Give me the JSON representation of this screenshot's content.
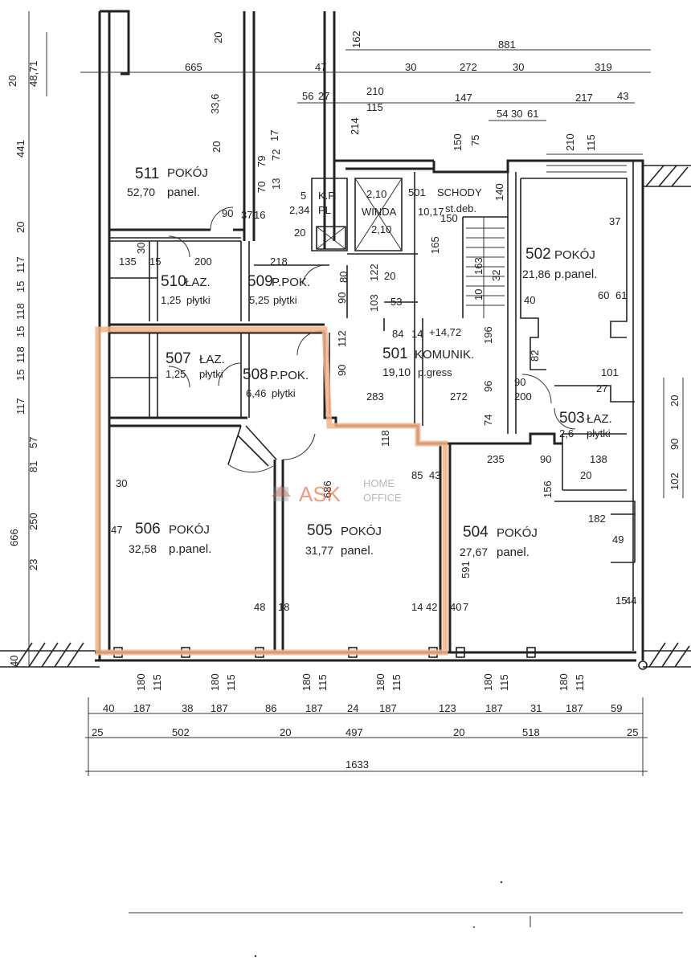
{
  "rooms": [
    {
      "number": "511",
      "name": "POKÓJ",
      "area": "52,70",
      "finish": "panel."
    },
    {
      "number": "502",
      "name": "POKÓJ",
      "area": "21,86",
      "finish": "p.panel."
    },
    {
      "number": "510",
      "name": "ŁAZ.",
      "area": "1,25",
      "finish": "płytki"
    },
    {
      "number": "509",
      "name": "P.POK.",
      "area": "5,25",
      "finish": "płytki"
    },
    {
      "number": "507",
      "name": "ŁAZ.",
      "area": "1,25",
      "finish": "płytki"
    },
    {
      "number": "508",
      "name": "P.POK.",
      "area": "6,46",
      "finish": "płytki"
    },
    {
      "number": "501",
      "name": "KOMUNIK.",
      "area": "19,10",
      "finish": "p.gress"
    },
    {
      "number": "503",
      "name": "ŁAZ.",
      "area": "2,6",
      "finish": "płytki"
    },
    {
      "number": "506",
      "name": "POKÓJ",
      "area": "32,58",
      "finish": "p.panel."
    },
    {
      "number": "505",
      "name": "POKÓJ",
      "area": "31,77",
      "finish": "panel."
    },
    {
      "number": "504",
      "name": "POKÓJ",
      "area": "27,67",
      "finish": "panel."
    },
    {
      "number": "5",
      "name": "K.P.",
      "area": "2,34",
      "finish": "PL"
    },
    {
      "number": "",
      "name": "WINDA",
      "area": "2,10",
      "finish": ""
    },
    {
      "number": "501",
      "name": "SCHODY",
      "area": "10,17",
      "finish": "st.deb."
    }
  ],
  "level_mark": "+14,72",
  "dims_top": [
    "881",
    "665",
    "47",
    "30",
    "272",
    "30",
    "319",
    "56",
    "27",
    "210",
    "115",
    "147",
    "54",
    "30",
    "61",
    "217",
    "43",
    "162",
    "214",
    "150",
    "75",
    "210",
    "115",
    "20"
  ],
  "dims_left": [
    "441",
    "20",
    "48,71",
    "20",
    "117",
    "15",
    "118",
    "15",
    "118",
    "15",
    "117",
    "57",
    "81",
    "250",
    "23",
    "666",
    "40",
    "20"
  ],
  "dims_bottom_row1": [
    "40",
    "187",
    "38",
    "187",
    "86",
    "187",
    "24",
    "187",
    "123",
    "187",
    "31",
    "187",
    "59"
  ],
  "dims_bottom_row2": [
    "25",
    "502",
    "20",
    "497",
    "20",
    "518",
    "25"
  ],
  "dim_total": "1633",
  "window_heights": [
    {
      "top": "180",
      "bottom": "115"
    },
    {
      "top": "180",
      "bottom": "115"
    },
    {
      "top": "180",
      "bottom": "115"
    },
    {
      "top": "180",
      "bottom": "115"
    },
    {
      "top": "180",
      "bottom": "115"
    },
    {
      "top": "180",
      "bottom": "115"
    }
  ],
  "dims_right": [
    "20",
    "90",
    "102"
  ],
  "interior_dims": [
    "33,6",
    "20",
    "17",
    "79",
    "72",
    "70",
    "13",
    "90",
    "37",
    "16",
    "20",
    "200",
    "218",
    "135",
    "15",
    "90",
    "80",
    "122",
    "20",
    "103",
    "53",
    "112",
    "84",
    "14",
    "90",
    "283",
    "272",
    "96",
    "74",
    "200",
    "196",
    "90",
    "27",
    "101",
    "37",
    "60",
    "61",
    "40",
    "82",
    "118",
    "85",
    "43",
    "235",
    "90",
    "182",
    "156",
    "138",
    "49",
    "14",
    "42",
    "40",
    "7",
    "48",
    "18",
    "30",
    "47",
    "15",
    "44",
    "686",
    "591",
    "2,10",
    "150",
    "140",
    "165",
    "163",
    "32",
    "10",
    "30",
    "20"
  ],
  "watermark": {
    "brand": "ASK",
    "line1": "HOME",
    "line2": "OFFICE",
    "accent_color": "#e8552f",
    "gray_color": "#8a8a8a"
  },
  "highlight_color": "#f3b38a"
}
